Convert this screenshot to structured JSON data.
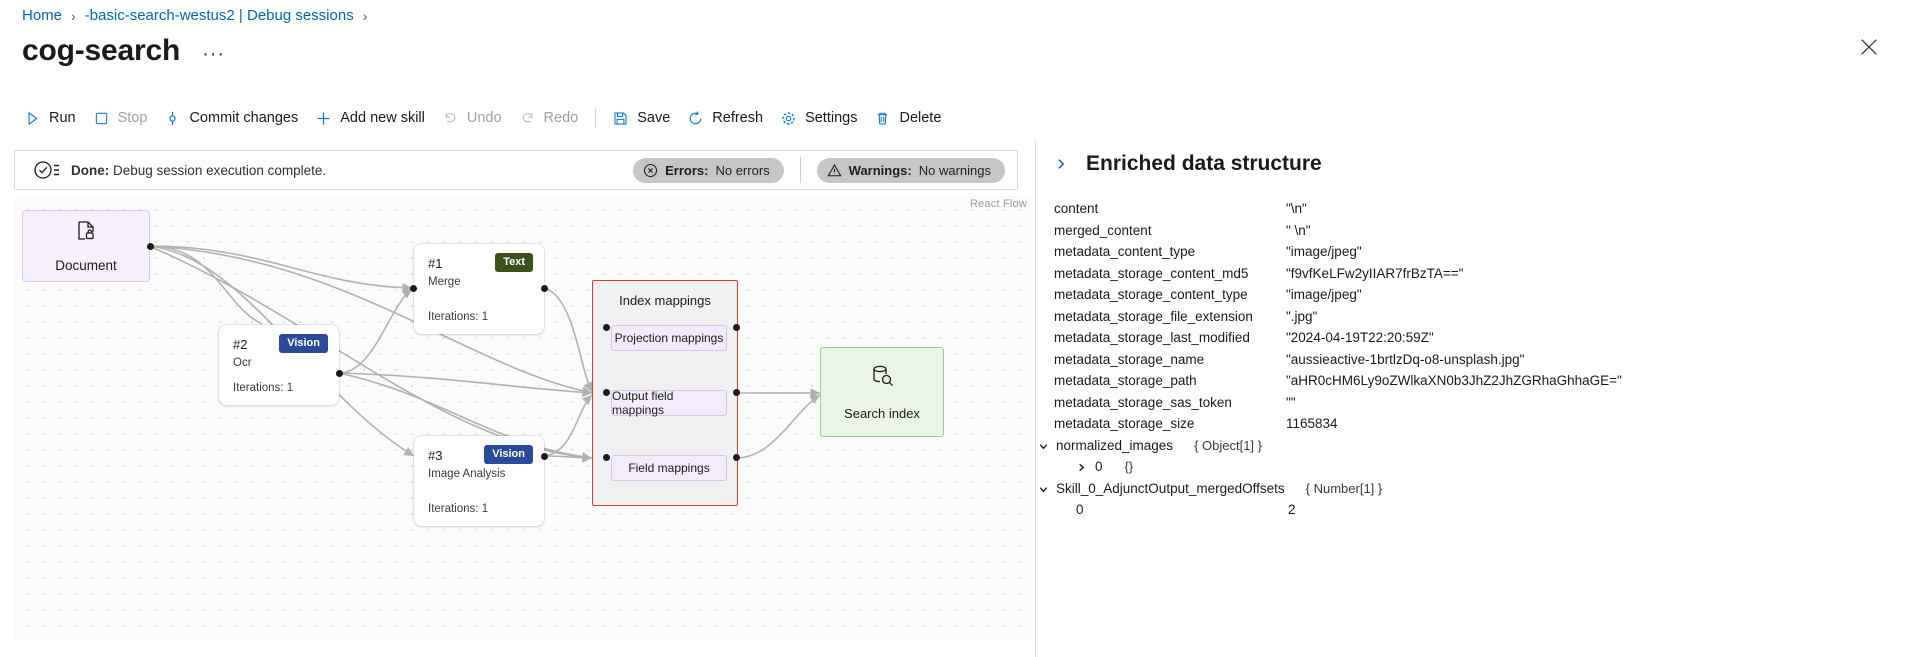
{
  "breadcrumb": {
    "items": [
      {
        "label": "Home",
        "sep": "›"
      },
      {
        "label": "-basic-search-westus2 | Debug sessions",
        "sep": "›"
      }
    ]
  },
  "header": {
    "title": "cog-search",
    "more_label": "···",
    "close_icon": "close-icon"
  },
  "toolbar": {
    "items": [
      {
        "label": "Run",
        "icon": "play-icon",
        "disabled": false
      },
      {
        "label": "Stop",
        "icon": "stop-icon",
        "disabled": true
      },
      {
        "label": "Commit changes",
        "icon": "commit-icon",
        "disabled": false
      },
      {
        "label": "Add new skill",
        "icon": "plus-icon",
        "disabled": false
      },
      {
        "label": "Undo",
        "icon": "undo-icon",
        "disabled": true
      },
      {
        "label": "Redo",
        "icon": "redo-icon",
        "disabled": true
      },
      {
        "label": "Save",
        "icon": "save-icon",
        "disabled": false
      },
      {
        "label": "Refresh",
        "icon": "refresh-icon",
        "disabled": false
      },
      {
        "label": "Settings",
        "icon": "gear-icon",
        "disabled": false
      },
      {
        "label": "Delete",
        "icon": "trash-icon",
        "disabled": false
      }
    ]
  },
  "status": {
    "icon": "checklist-icon",
    "state_label": "Done:",
    "message": "Debug session execution complete.",
    "errors": {
      "label": "Errors:",
      "value": "No errors",
      "icon": "error-circle-icon"
    },
    "warnings": {
      "label": "Warnings:",
      "value": "No warnings",
      "icon": "warning-triangle-icon"
    }
  },
  "canvas": {
    "watermark": "React Flow",
    "document_node": {
      "label": "Document",
      "icon": "document-lock-icon"
    },
    "skills": [
      {
        "num": "#1",
        "name": "Merge",
        "iterations": "Iterations: 1",
        "badge": "Text",
        "badge_kind": "text"
      },
      {
        "num": "#2",
        "name": "Ocr",
        "iterations": "Iterations: 1",
        "badge": "Vision",
        "badge_kind": "vision"
      },
      {
        "num": "#3",
        "name": "Image Analysis",
        "iterations": "Iterations: 1",
        "badge": "Vision",
        "badge_kind": "vision"
      }
    ],
    "index_mappings": {
      "title": "Index mappings",
      "chips": [
        "Projection mappings",
        "Output field mappings",
        "Field mappings"
      ]
    },
    "search_index": {
      "label": "Search index",
      "icon": "search-index-icon"
    }
  },
  "panel": {
    "title": "Enriched data structure",
    "expand_icon": "chevron-right-icon",
    "rows": [
      {
        "key": "content",
        "value": "\"\\n\"",
        "level": 0
      },
      {
        "key": "merged_content",
        "value": "\" \\n\"",
        "level": 0
      },
      {
        "key": "metadata_content_type",
        "value": "\"image/jpeg\"",
        "level": 0
      },
      {
        "key": "metadata_storage_content_md5",
        "value": "\"f9vfKeLFw2yIIAR7frBzTA==\"",
        "level": 0
      },
      {
        "key": "metadata_storage_content_type",
        "value": "\"image/jpeg\"",
        "level": 0
      },
      {
        "key": "metadata_storage_file_extension",
        "value": "\".jpg\"",
        "level": 0
      },
      {
        "key": "metadata_storage_last_modified",
        "value": "\"2024-04-19T22:20:59Z\"",
        "level": 0
      },
      {
        "key": "metadata_storage_name",
        "value": "\"aussieactive-1brtlzDq-o8-unsplash.jpg\"",
        "level": 0
      },
      {
        "key": "metadata_storage_path",
        "value": "\"aHR0cHM6Ly9oZWlkaXN0b3JhZ2JhZGRhaGhhaGE=\"",
        "level": 0
      },
      {
        "key": "metadata_storage_sas_token",
        "value": "\"\"",
        "level": 0
      },
      {
        "key": "metadata_storage_size",
        "value": "1165834",
        "level": 0
      },
      {
        "key": "normalized_images",
        "type": "{ Object[1] }",
        "value": "",
        "level": 0,
        "expandable": true,
        "expanded": true
      },
      {
        "key": "0",
        "type": "{}",
        "value": "",
        "level": 1,
        "expandable": true,
        "expanded": false
      },
      {
        "key": "Skill_0_AdjunctOutput_mergedOffsets",
        "type": "{ Number[1] }",
        "value": "",
        "level": 0,
        "expandable": true,
        "expanded": true
      },
      {
        "key": "0",
        "value": "2",
        "level": 1
      }
    ]
  },
  "colors": {
    "accent": "#0078d4",
    "link": "#0067b8",
    "badge_text": "#3d501b",
    "badge_vision": "#2c4a9a",
    "group_border": "#d63b32",
    "index_node": "#eaf4e7",
    "document_node": "#f6f1fc"
  }
}
